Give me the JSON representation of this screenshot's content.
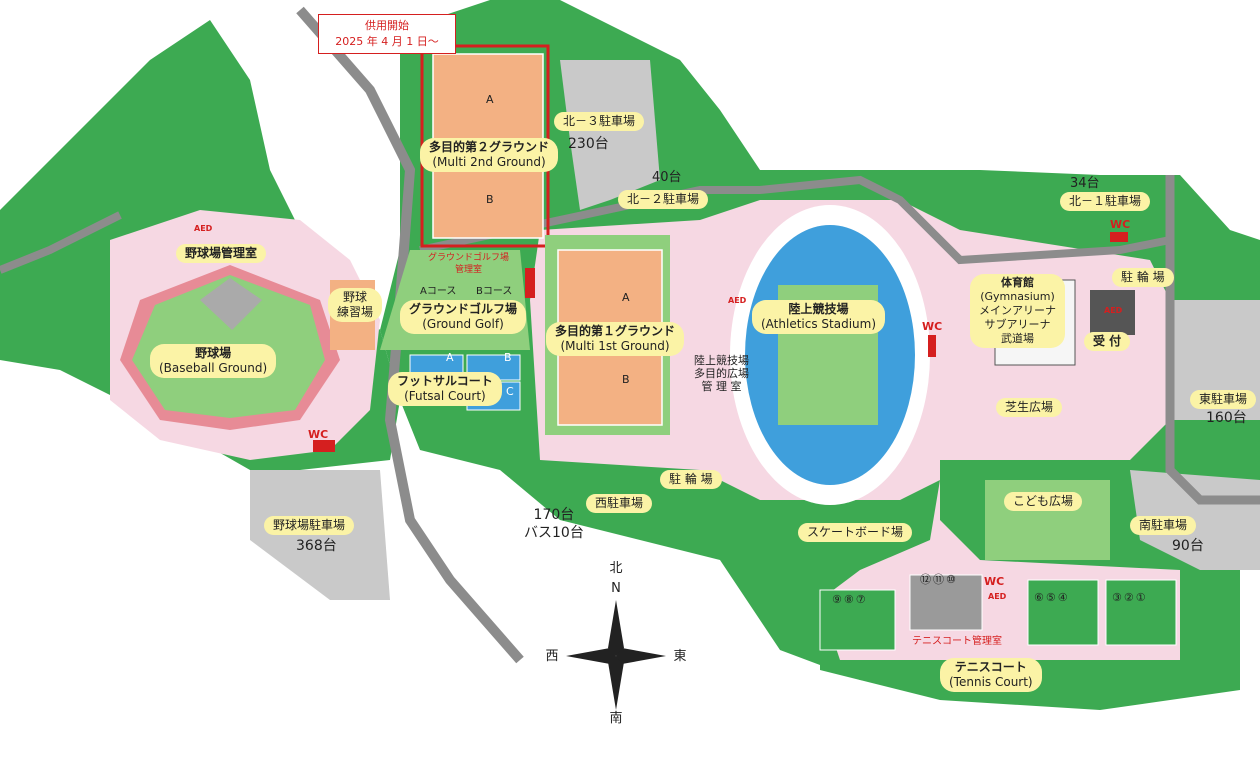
{
  "notice": {
    "line1": "供用開始",
    "line2": "2025 年 4 月 1 日〜"
  },
  "facilities": {
    "multi2": {
      "ja": "多目的第２グラウンド",
      "en": "(Multi 2nd Ground)"
    },
    "multi1": {
      "ja": "多目的第１グラウンド",
      "en": "(Multi 1st Ground)"
    },
    "ground_golf": {
      "ja": "グラウンドゴルフ場",
      "en": "(Ground Golf)",
      "course_a": "Aコース",
      "course_b": "Bコース"
    },
    "gg_office": {
      "line1": "グラウンドゴルフ場",
      "line2": "管理室"
    },
    "baseball": {
      "ja": "野球場",
      "en": "(Baseball Ground)"
    },
    "baseball_office": "野球場管理室",
    "baseball_practice": {
      "line1": "野球",
      "line2": "練習場"
    },
    "futsal": {
      "ja": "フットサルコート",
      "en": "(Futsal Court)",
      "court_a": "A",
      "court_b": "B",
      "court_c": "C"
    },
    "stadium": {
      "ja": "陸上競技場",
      "en": "(Athletics Stadium)"
    },
    "stadium_office": {
      "line1": "陸上競技場",
      "line2": "多目的広場",
      "line3": "管 理 室"
    },
    "gym": {
      "ja": "体育館",
      "en": "(Gymnasium)",
      "l3": "メインアリーナ",
      "l4": "サブアリーナ",
      "l5": "武道場"
    },
    "reception": "受 付",
    "lawn": "芝生広場",
    "kids": "こども広場",
    "skate": "スケートボード場",
    "tennis": {
      "ja": "テニスコート",
      "en": "(Tennis Court)",
      "office": "テニスコート管理室"
    },
    "field_a": "A",
    "field_b": "B"
  },
  "courts": {
    "g1": [
      "⑨",
      "⑧",
      "⑦"
    ],
    "g2": [
      "⑫",
      "⑪",
      "⑩"
    ],
    "g3": [
      "⑥",
      "⑤",
      "④"
    ],
    "g4": [
      "③",
      "②",
      "①"
    ]
  },
  "parking": {
    "north3": {
      "name": "北－３駐車場",
      "count": "230台"
    },
    "north2": {
      "name": "北－２駐車場",
      "count": "40台"
    },
    "north1": {
      "name": "北－１駐車場",
      "count": "34台"
    },
    "east": {
      "name": "東駐車場",
      "count": "160台"
    },
    "south": {
      "name": "南駐車場",
      "count": "90台"
    },
    "west": {
      "name": "西駐車場",
      "count1": "170台",
      "count2": "バス10台"
    },
    "baseball": {
      "name": "野球場駐車場",
      "count": "368台"
    },
    "bike_east": "駐 輪 場",
    "bike_center": "駐 輪 場"
  },
  "wc": "WC",
  "aed": "AED",
  "compass": {
    "n_ja": "北",
    "n": "N",
    "s": "南",
    "e": "東",
    "w": "西"
  },
  "colors": {
    "park_green": "#3daa52",
    "field_orange": "#f3b183",
    "path_pink": "#f6d8e3",
    "track_blue": "#3f9fdc",
    "label_yellow": "#fbf3a6",
    "road_gray": "#8c8c8c",
    "highlight_red": "#d51f1f"
  }
}
